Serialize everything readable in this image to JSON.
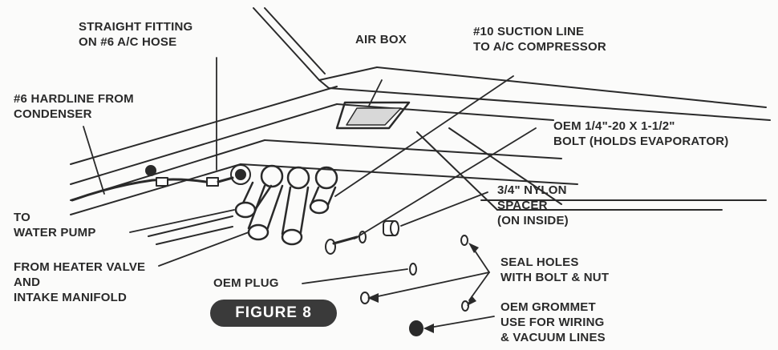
{
  "labels": {
    "straight_fitting": [
      "STRAIGHT FITTING",
      "ON #6 A/C HOSE"
    ],
    "air_box": [
      "AIR BOX"
    ],
    "suction_line": [
      "#10 SUCTION LINE",
      "TO A/C COMPRESSOR"
    ],
    "hardline": [
      "#6 HARDLINE FROM",
      "CONDENSER"
    ],
    "oem_bolt": [
      "OEM 1/4\"-20 x 1-1/2\"",
      "BOLT (HOLDS EVAPORATOR)"
    ],
    "nylon_spacer": [
      "3/4\" NYLON",
      "SPACER",
      "(ON INSIDE)"
    ],
    "water_pump": [
      "TO",
      "WATER PUMP"
    ],
    "heater_valve": [
      "FROM HEATER VALVE",
      "AND",
      "INTAKE MANIFOLD"
    ],
    "oem_plug": [
      "OEM PLUG"
    ],
    "seal_holes": [
      "SEAL HOLES",
      "WITH BOLT & NUT"
    ],
    "oem_grommet": [
      "OEM GROMMET",
      "USE FOR WIRING",
      "& VACUUM LINES"
    ]
  },
  "figure_label": "FIGURE 8",
  "colors": {
    "ink": "#2a2a2a",
    "badge": "#3a3a3a",
    "paper": "#fbfbfa"
  }
}
